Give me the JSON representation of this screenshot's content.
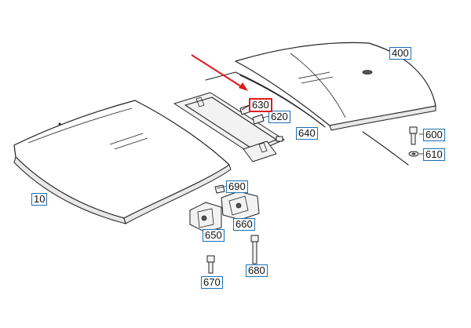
{
  "callouts": [
    {
      "id": "10",
      "label": "10",
      "highlight": false
    },
    {
      "id": "400",
      "label": "400",
      "highlight": false
    },
    {
      "id": "600",
      "label": "600",
      "highlight": false
    },
    {
      "id": "610",
      "label": "610",
      "highlight": false
    },
    {
      "id": "620",
      "label": "620",
      "highlight": false
    },
    {
      "id": "630",
      "label": "630",
      "highlight": true
    },
    {
      "id": "640",
      "label": "640",
      "highlight": false
    },
    {
      "id": "650",
      "label": "650",
      "highlight": false
    },
    {
      "id": "660",
      "label": "660",
      "highlight": false
    },
    {
      "id": "670",
      "label": "670",
      "highlight": false
    },
    {
      "id": "680",
      "label": "680",
      "highlight": false
    },
    {
      "id": "690",
      "label": "690",
      "highlight": false
    }
  ],
  "colors": {
    "callout_border": "#1a6fb5",
    "highlight": "#e01b1b",
    "line": "#222222",
    "background": "#ffffff"
  }
}
